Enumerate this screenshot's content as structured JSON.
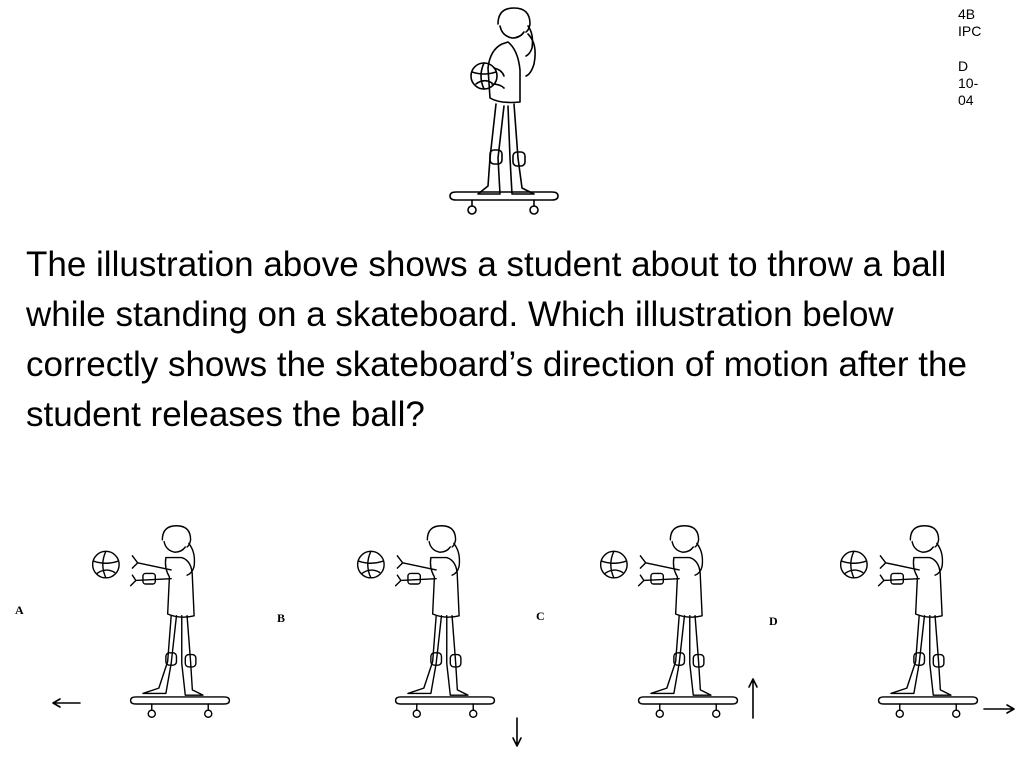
{
  "corner_tag": {
    "line1": [
      "4B",
      "IPC"
    ],
    "line2": [
      "D",
      "10-",
      "04"
    ]
  },
  "question": "The illustration above shows a student about to throw a ball while standing on a skateboard. Which illustration below correctly shows the skateboard’s direction of motion after the student releases the ball?",
  "options": [
    {
      "letter": "A",
      "arrow_direction": "left"
    },
    {
      "letter": "B",
      "arrow_direction": "down"
    },
    {
      "letter": "C",
      "arrow_direction": "up"
    },
    {
      "letter": "D",
      "arrow_direction": "right"
    }
  ],
  "colors": {
    "ink": "#000000",
    "paper": "#ffffff"
  }
}
